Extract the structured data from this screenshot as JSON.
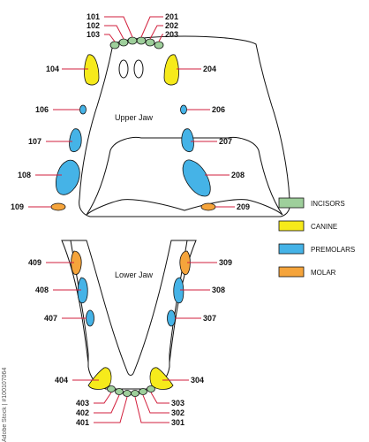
{
  "colors": {
    "incisors": "#9ecf9b",
    "canine": "#f6ea1b",
    "premolars": "#45b3e7",
    "molar": "#f5a43b",
    "leader": "#d21f3c",
    "outline": "#111111"
  },
  "jaw_labels": {
    "upper": "Upper Jaw",
    "lower": "Lower Jaw"
  },
  "legend": [
    {
      "key": "incisors",
      "label": "INCISORS"
    },
    {
      "key": "canine",
      "label": "CANINE"
    },
    {
      "key": "premolars",
      "label": "PREMOLARS"
    },
    {
      "key": "molar",
      "label": "MOLAR"
    }
  ],
  "tooth_numbers": {
    "t101": "101",
    "t102": "102",
    "t103": "103",
    "t104": "104",
    "t106": "106",
    "t107": "107",
    "t108": "108",
    "t109": "109",
    "t201": "201",
    "t202": "202",
    "t203": "203",
    "t204": "204",
    "t206": "206",
    "t207": "207",
    "t208": "208",
    "t209": "209",
    "t301": "301",
    "t302": "302",
    "t303": "303",
    "t304": "304",
    "t307": "307",
    "t308": "308",
    "t309": "309",
    "t401": "401",
    "t402": "402",
    "t403": "403",
    "t404": "404",
    "t407": "407",
    "t408": "408",
    "t409": "409"
  },
  "watermark": "Adobe Stock | #100107064"
}
